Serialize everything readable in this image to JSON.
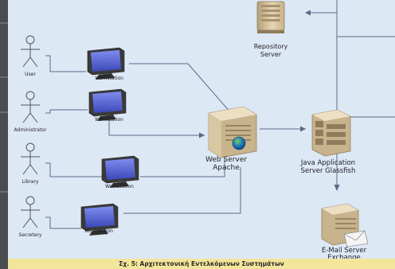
{
  "actors": [
    {
      "id": "user",
      "label": "User"
    },
    {
      "id": "administrator",
      "label": "Administrator"
    },
    {
      "id": "library",
      "label": "Library"
    },
    {
      "id": "secretery",
      "label": "Secretery"
    }
  ],
  "workstations": [
    {
      "id": "ws1",
      "label": "Workstation"
    },
    {
      "id": "ws2",
      "label": "Workstation"
    },
    {
      "id": "ws3",
      "label": "Workstation"
    },
    {
      "id": "ws4",
      "label": "Workstation"
    }
  ],
  "servers": {
    "repository": {
      "line1": "Repository",
      "line2": "Server"
    },
    "web": {
      "line1": "Web Server",
      "line2": "Apache"
    },
    "java": {
      "line1": "Java Application",
      "line2": "Server Glassfish"
    },
    "email": {
      "line1": "E-Mail Server",
      "line2": "Exchange"
    }
  },
  "caption": "Σχ. 5: Αρχιτεκτονική Εντελκόμενων Συστημάτων",
  "colors": {
    "frame": "#4a4c50",
    "canvas": "#dde8f5",
    "line": "#5a6a86",
    "caption_bg": "#f3e69a",
    "server_body": "#d8c49a",
    "monitor_screen": "#5f6fd6"
  }
}
